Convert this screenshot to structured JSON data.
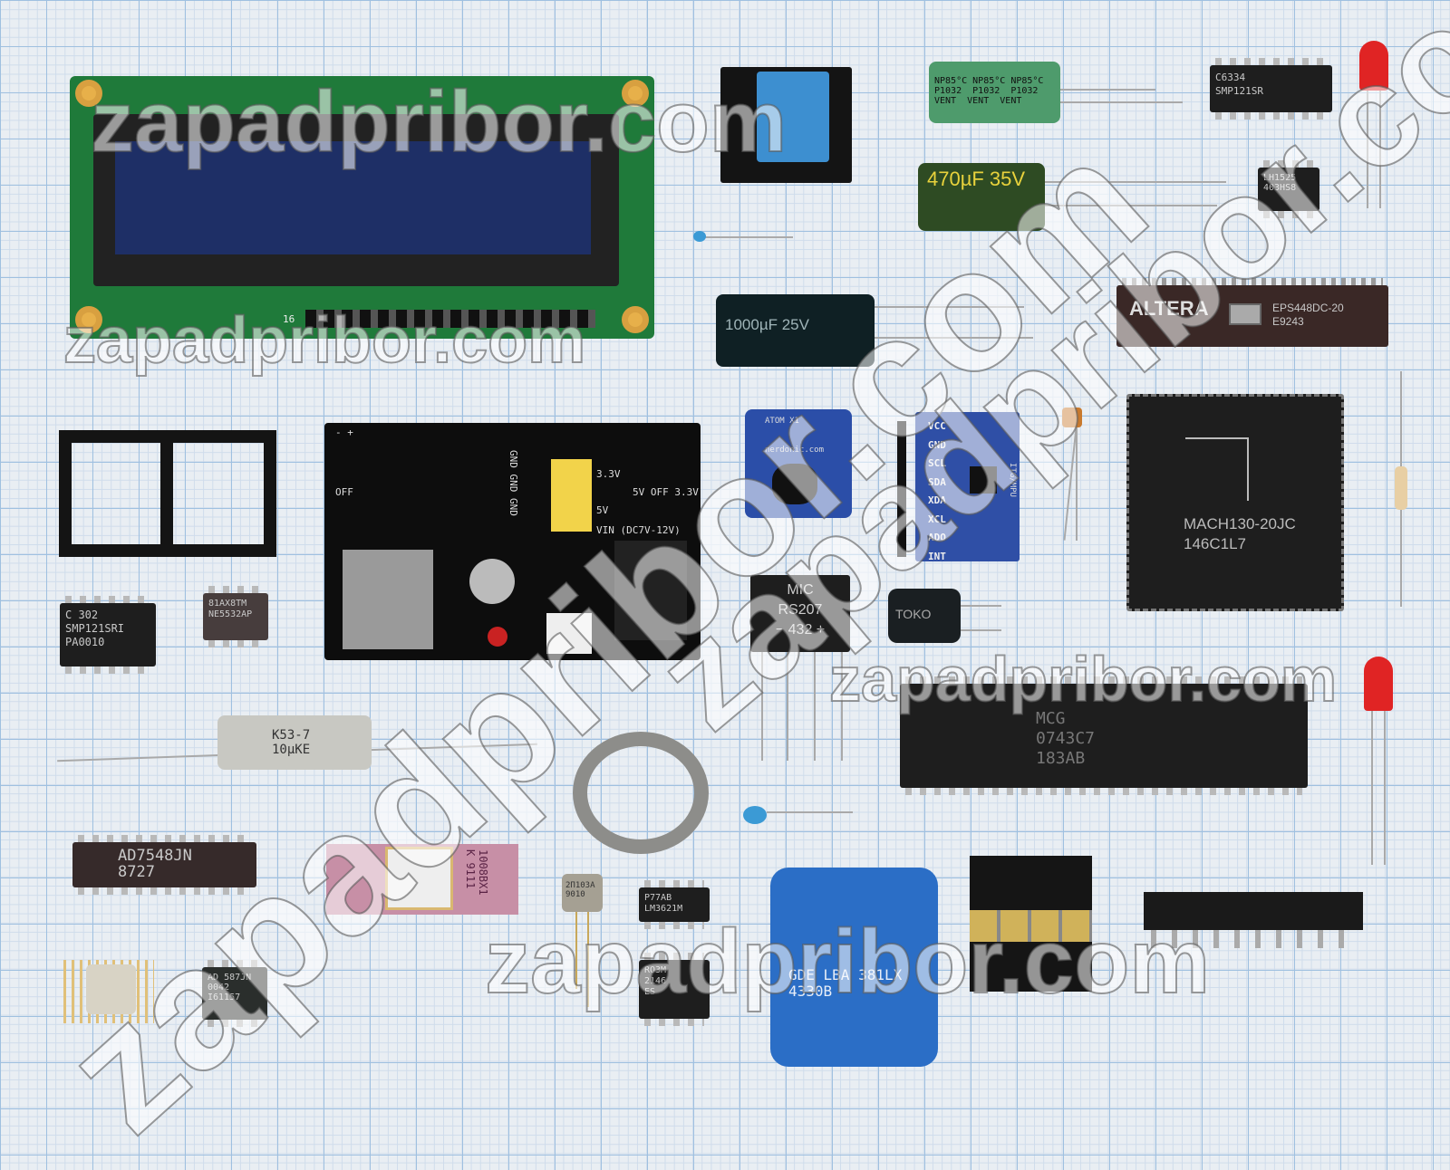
{
  "watermark": "zapadpribor.com",
  "lcd": {
    "pin_label": "16"
  },
  "capacitors": {
    "np": [
      "NP85°C",
      "NP85°C",
      "NP85°C",
      "P1032",
      "P1032",
      "P1032",
      "VENT",
      "VENT",
      "VENT"
    ],
    "green": "470µF 35V",
    "black": "1000µF 25V",
    "k53": [
      "K53-7",
      "10µKE"
    ],
    "blue": [
      "GDE LBA",
      "381LX",
      "4330B"
    ]
  },
  "chips": {
    "soic_top": [
      "C6334",
      "SMP121SR"
    ],
    "dip8_top": [
      "LH1525",
      "403HS8"
    ],
    "altera": [
      "ALTERA",
      "EPS448DC-20",
      "E9243"
    ],
    "amd": [
      "MACH130-20JC",
      "146C1L7"
    ],
    "dip40": [
      "MCG",
      "0743C7",
      "183AB"
    ],
    "smp": [
      "C 302",
      "SMP121SRI",
      "PA0010"
    ],
    "ne5532": [
      "81AX8TM",
      "NE5532AP"
    ],
    "ad7548": [
      "AD7548JN",
      "8727"
    ],
    "ceramic": [
      "1008BX1",
      "K 9111"
    ],
    "transistor": [
      "2П103А",
      "9010"
    ],
    "lm3621": [
      "P77AB",
      "LM3621M"
    ],
    "sop_bottom": [
      "RO3M",
      "2146",
      "ES"
    ],
    "ad587": [
      "AD",
      "587JN",
      "0042",
      "I61157"
    ],
    "bridge": [
      "MIC",
      "RS207",
      "−  432  +"
    ],
    "inductor": "TOKO"
  },
  "power_module": {
    "labels": [
      "-  +",
      "3.3V",
      "5V",
      "OFF",
      "GND GND GND",
      "VIN (DC7V-12V)",
      "5V OFF 3.3V"
    ]
  },
  "atom": {
    "labels": [
      "ATOM X1",
      "nerdonic.com"
    ]
  },
  "gy521": {
    "pins": [
      "VCC",
      "GND",
      "SCL",
      "SDA",
      "XDA",
      "XCL",
      "ADO",
      "INT"
    ],
    "name": "ITG/MPU"
  }
}
